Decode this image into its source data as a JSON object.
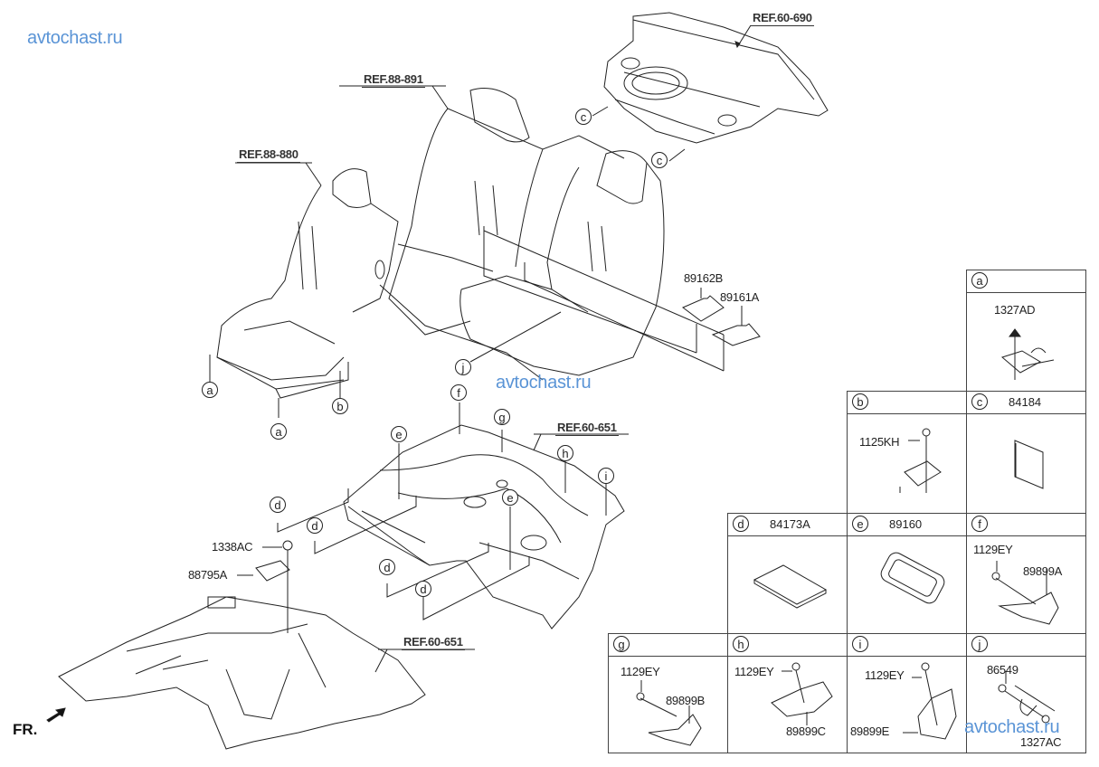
{
  "watermarks": [
    "avtochast.ru",
    "avtochast.ru",
    "avtochast.ru"
  ],
  "refs": {
    "ref_60_690": "REF.60-690",
    "ref_88_891": "REF.88-891",
    "ref_88_880": "REF.88-880",
    "ref_60_651_upper": "REF.60-651",
    "ref_60_651_lower": "REF.60-651"
  },
  "callouts": {
    "c": "c",
    "a": "a",
    "b": "b",
    "d": "d",
    "e": "e",
    "f": "f",
    "g": "g",
    "h": "h",
    "i": "i",
    "j": "j"
  },
  "main_parts": {
    "p89162B": "89162B",
    "p89161A": "89161A",
    "p1338AC": "1338AC",
    "p88795A": "88795A"
  },
  "direction_label": "FR.",
  "detail_cells": {
    "a": {
      "letter": "a",
      "title": "",
      "parts": [
        "1327AD"
      ]
    },
    "b": {
      "letter": "b",
      "title": "",
      "parts": [
        "1125KH"
      ]
    },
    "c": {
      "letter": "c",
      "title": "84184",
      "parts": []
    },
    "d": {
      "letter": "d",
      "title": "84173A",
      "parts": []
    },
    "e": {
      "letter": "e",
      "title": "89160",
      "parts": []
    },
    "f": {
      "letter": "f",
      "title": "",
      "parts": [
        "1129EY",
        "89899A"
      ]
    },
    "g": {
      "letter": "g",
      "title": "",
      "parts": [
        "1129EY",
        "89899B"
      ]
    },
    "h": {
      "letter": "h",
      "title": "",
      "parts": [
        "1129EY",
        "89899C"
      ]
    },
    "i": {
      "letter": "i",
      "title": "",
      "parts": [
        "1129EY",
        "89899E"
      ]
    },
    "j": {
      "letter": "j",
      "title": "",
      "parts": [
        "86549",
        "1327AC"
      ]
    }
  },
  "colors": {
    "watermark": "#5a94d6",
    "line": "#222222"
  }
}
